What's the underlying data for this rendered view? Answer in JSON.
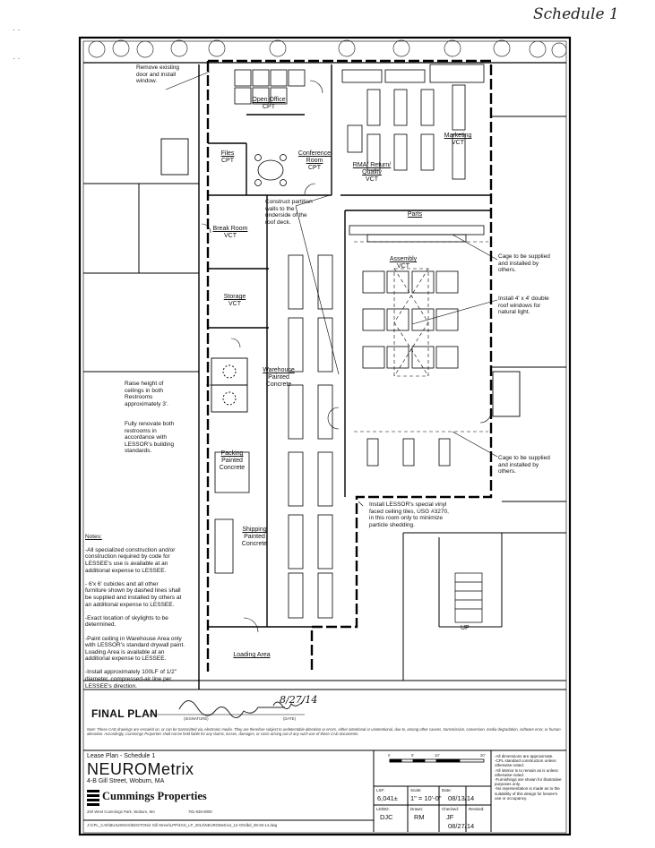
{
  "header": {
    "schedule_label": "Schedule 1"
  },
  "plan": {
    "rooms": {
      "open_office": [
        "Open Office",
        "CPT"
      ],
      "files": [
        "Files",
        "CPT"
      ],
      "conference": [
        "Conference",
        "Room",
        "CPT"
      ],
      "rma": [
        "RMA/ Return/",
        "Quality",
        "VCT"
      ],
      "marketing": [
        "Marketing",
        "VCT"
      ],
      "parts": [
        "Parts"
      ],
      "assembly": [
        "Assembly",
        "VCT"
      ],
      "break_room": [
        "Break Room",
        "VCT"
      ],
      "storage": [
        "Storage",
        "VCT"
      ],
      "warehouse": [
        "Warehouse",
        "Painted",
        "Concrete"
      ],
      "packing": [
        "Packing",
        "Painted",
        "Concrete"
      ],
      "shipping": [
        "Shipping",
        "Painted",
        "Concrete"
      ],
      "loading": [
        "Loading Area"
      ],
      "up": "UP"
    },
    "callouts": {
      "remove_door": "Remove existing\ndoor and install\nwindow.",
      "partition": "Construct partition\nwalls to the\nunderside of the\nroof deck.",
      "cage1": "Cage to be supplied\nand installed by\nothers.",
      "skylight": "Install 4' x 4' double\nroof windows for\nnatural light.",
      "raise": "Raise height of\nceilings in both\nRestrooms\napproximately 3'.",
      "renovate": "Fully renovate both\nrestrooms in\naccordance with\nLESSOR's building\nstandards.",
      "cage2": "Cage to be supplied\nand installed by\nothers.",
      "ceiling": "Install LESSOR's special vinyl\nfaced ceiling tiles, USG #3270,\nin this room only to minimize\nparticle shedding."
    },
    "notes": {
      "heading": "Notes:",
      "lines": [
        "-All specialized construction and/or\nconstruction required by code for\nLESSEE's use is available at an\nadditional expense to LESSEE.",
        "- 6'x 6' cubicles and all other\nfurniture shown by dashed lines shall\nbe supplied and installed by others at\nan additional expense to LESSEE.",
        "-Exact location of skylights to be\ndetermined.",
        "-Paint ceiling in Warehouse Area only\nwith LESSOR's standard drywall paint.\nLoading Area is available at an\nadditional expense to LESSEE.",
        "-Install approximately 100LF of 1/2\"\ndiameter, compressed-air line per\nLESSEE's direction."
      ]
    },
    "final_plan": "FINAL PLAN",
    "sig_label_1": "(SIGNATURE)",
    "sig_label_2": "(DATE)",
    "sig_date": "8/27/14",
    "disclaimer": "Note: These CAD drawings are rescaled on, or can be transmitted via, electronic media. They are therefore subject to undetectable alteration or errors, either intentional or unintentional, due to, among other causes, transmission, conversion, media degradation, software error, or human alteration. Accordingly, Cummings Properties shall not be held liable for any claims, losses, damages, or costs arising out of any such use of these CAD documents."
  },
  "title_block": {
    "subtitle": "Lease Plan - Schedule 1",
    "company": "NEUROMetrix",
    "address": "4-B Gill Street, Woburn, MA",
    "brand": "Cummings Properties",
    "brand_address": "200 West Cummings Park, Woburn, MA",
    "brand_phone": "781-935-8000",
    "scale_ticks": [
      "0",
      "5'",
      "10'",
      "20'"
    ],
    "lsf_label": "LSF:",
    "lsf": "6,041±",
    "scale_label": "Scale:",
    "scale": "1\" = 10'-0\"",
    "date_label": "Date:",
    "date": "08/13/14",
    "leasd_label": "LD/DD:",
    "leasd": "DJC",
    "drawn_label": "Drawn:",
    "drawn": "RM",
    "checked_label": "Checked:",
    "checked": "JF",
    "revised_label": "Revised:",
    "revised": "08/27/14",
    "disclaimers": [
      "-All dimensions are approximate.",
      "-CPL standard construction unless otherwise noted.",
      "-All interior is to remain as is unless otherwise noted.",
      "-Furnishings are shown for illustrative purposes only.",
      "-No representation is made as to the suitability of this design for lessee's use or occupancy."
    ],
    "file_path": "J:\\CPL_CAD\\BUILDINGS\\BOSTON\\4 Gill Street\\LPP\\4GS_LP_2014\\NEUROMetrix4_12-OOdbd_08-28-14.dwg"
  }
}
